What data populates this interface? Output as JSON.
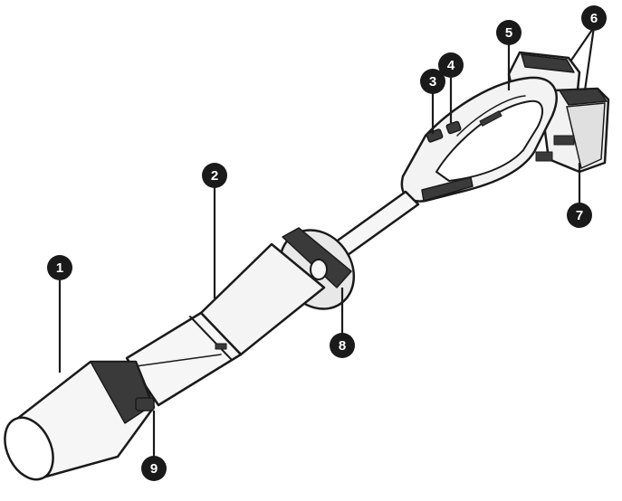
{
  "callouts": [
    {
      "id": "1",
      "label": "1",
      "part": "nozzle"
    },
    {
      "id": "2",
      "label": "2",
      "part": "blower-tube"
    },
    {
      "id": "3",
      "label": "3",
      "part": "lock-button"
    },
    {
      "id": "4",
      "label": "4",
      "part": "speed-switch"
    },
    {
      "id": "5",
      "label": "5",
      "part": "handle"
    },
    {
      "id": "6",
      "label": "6",
      "part": "battery-packs"
    },
    {
      "id": "7",
      "label": "7",
      "part": "battery-release"
    },
    {
      "id": "8",
      "label": "8",
      "part": "tube-lock-collar"
    },
    {
      "id": "9",
      "label": "9",
      "part": "nozzle-latch"
    }
  ],
  "colors": {
    "line": "#1a1a1a",
    "body": "#f4f4f4",
    "shade": "#d8d8d8",
    "dark": "#3a3a3a",
    "callout": "#1a1a1a",
    "callout_text": "#ffffff"
  }
}
